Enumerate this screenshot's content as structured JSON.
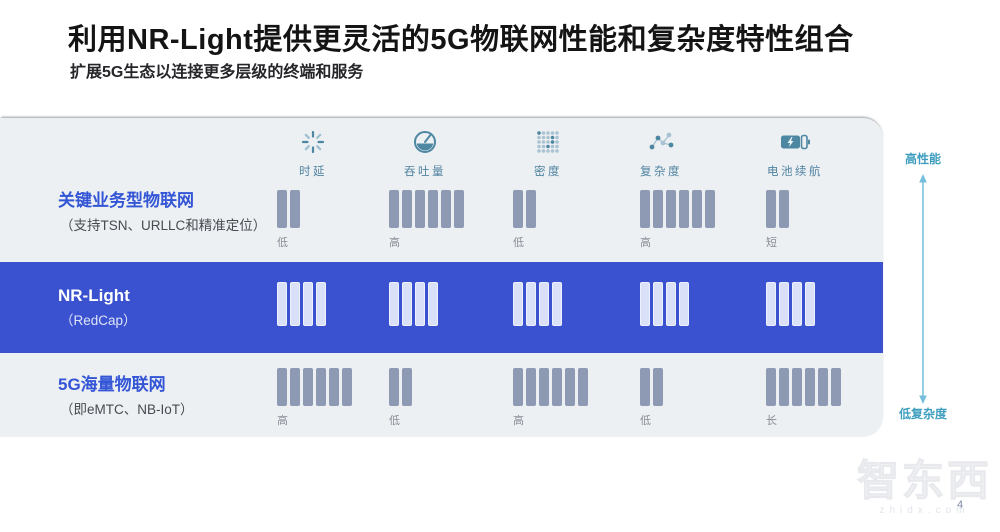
{
  "header": {
    "title": "利用NR-Light提供更灵活的5G物联网性能和复杂度特性组合",
    "subtitle": "扩展5G生态以连接更多层级的终端和服务"
  },
  "metrics": [
    {
      "label": "时延",
      "icon": "latency-burst-icon"
    },
    {
      "label": "吞吐量",
      "icon": "throughput-gauge-icon"
    },
    {
      "label": "密度",
      "icon": "density-grid-icon"
    },
    {
      "label": "复杂度",
      "icon": "complexity-network-icon"
    },
    {
      "label": "电池续航",
      "icon": "battery-icon"
    }
  ],
  "rows": [
    {
      "name": "关键业务型物联网",
      "detail": "（支持TSN、URLLC和精准定位）",
      "highlight": false,
      "cells": [
        {
          "bars": 2,
          "label": "低"
        },
        {
          "bars": 6,
          "label": "高"
        },
        {
          "bars": 2,
          "label": "低"
        },
        {
          "bars": 6,
          "label": "高"
        },
        {
          "bars": 2,
          "label": "短"
        }
      ]
    },
    {
      "name": "NR-Light",
      "detail": "（RedCap）",
      "highlight": true,
      "cells": [
        {
          "bars": 4,
          "label": ""
        },
        {
          "bars": 4,
          "label": ""
        },
        {
          "bars": 4,
          "label": ""
        },
        {
          "bars": 4,
          "label": ""
        },
        {
          "bars": 4,
          "label": ""
        }
      ]
    },
    {
      "name": "5G海量物联网",
      "detail": "（即eMTC、NB-IoT）",
      "highlight": false,
      "cells": [
        {
          "bars": 6,
          "label": "高"
        },
        {
          "bars": 2,
          "label": "低"
        },
        {
          "bars": 6,
          "label": "高"
        },
        {
          "bars": 2,
          "label": "低"
        },
        {
          "bars": 6,
          "label": "长"
        }
      ]
    }
  ],
  "scale": {
    "top": "高性能",
    "bottom": "低复杂度"
  },
  "footer": {
    "watermark": "智东西",
    "watermark_sub": "zhidx.com",
    "page_number": "4"
  },
  "colors": {
    "highlight_band": "#3a52cf",
    "row_label_blue": "#3355d6",
    "bar_gray_blue": "#8e9ab3",
    "bar_light": "#d9e0f8",
    "icon_teal": "#4d87a1",
    "scale_teal": "#3f9ec0",
    "card_bg": "#edf0f3"
  }
}
